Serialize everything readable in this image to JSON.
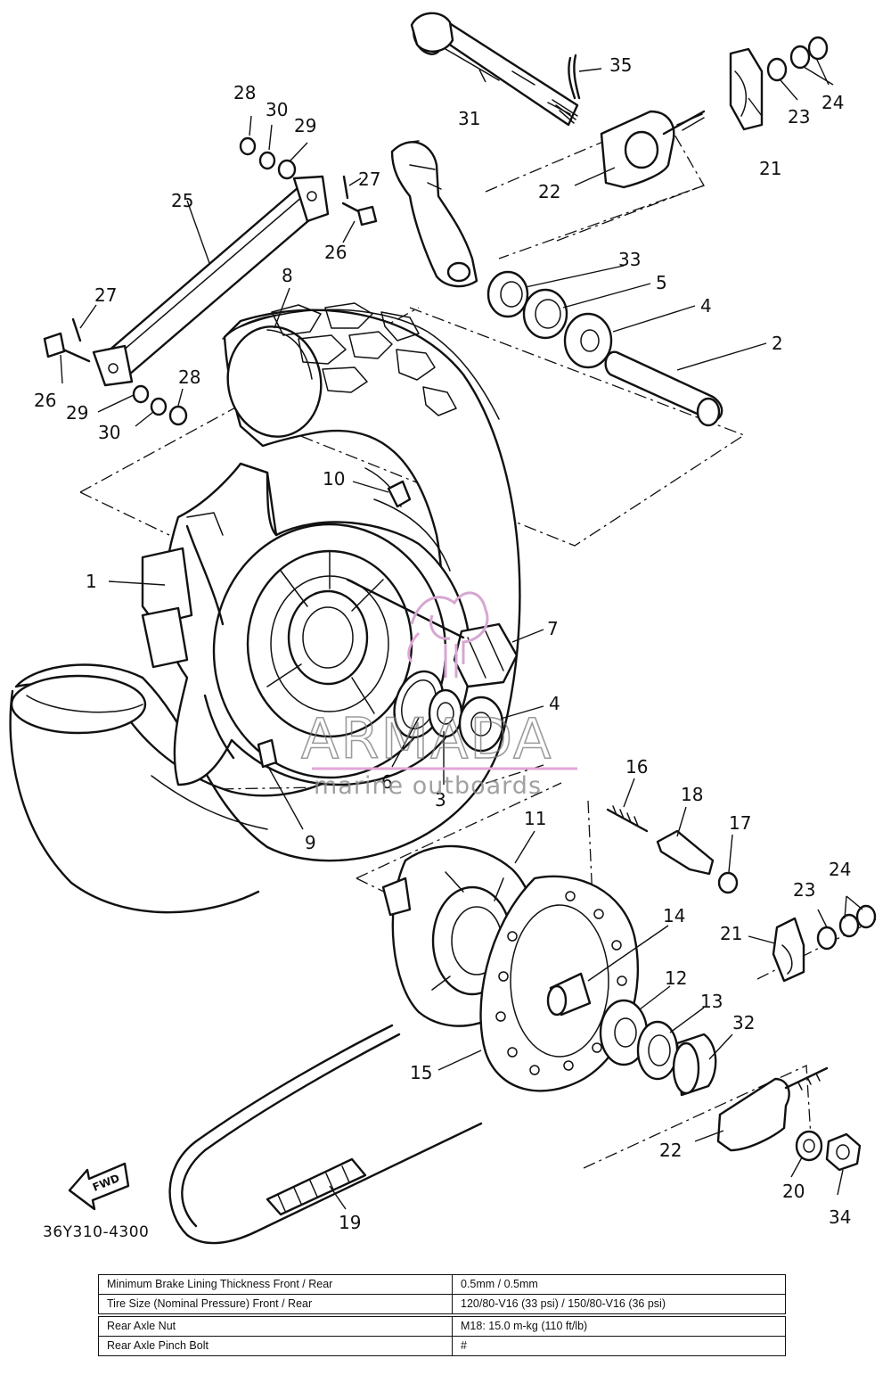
{
  "diagram": {
    "part_code": "36Y310-4300",
    "fwd_label": "FWD",
    "callouts": [
      {
        "id": "c-1",
        "label": "1"
      },
      {
        "id": "c-2",
        "label": "2"
      },
      {
        "id": "c-3",
        "label": "3"
      },
      {
        "id": "c-4a",
        "label": "4"
      },
      {
        "id": "c-4b",
        "label": "4"
      },
      {
        "id": "c-5",
        "label": "5"
      },
      {
        "id": "c-6",
        "label": "6"
      },
      {
        "id": "c-7",
        "label": "7"
      },
      {
        "id": "c-8",
        "label": "8"
      },
      {
        "id": "c-9",
        "label": "9"
      },
      {
        "id": "c-10",
        "label": "10"
      },
      {
        "id": "c-11",
        "label": "11"
      },
      {
        "id": "c-12",
        "label": "12"
      },
      {
        "id": "c-13",
        "label": "13"
      },
      {
        "id": "c-14",
        "label": "14"
      },
      {
        "id": "c-15",
        "label": "15"
      },
      {
        "id": "c-16",
        "label": "16"
      },
      {
        "id": "c-17",
        "label": "17"
      },
      {
        "id": "c-18",
        "label": "18"
      },
      {
        "id": "c-19",
        "label": "19"
      },
      {
        "id": "c-20",
        "label": "20"
      },
      {
        "id": "c-21a",
        "label": "21"
      },
      {
        "id": "c-21b",
        "label": "21"
      },
      {
        "id": "c-22a",
        "label": "22"
      },
      {
        "id": "c-22b",
        "label": "22"
      },
      {
        "id": "c-23a",
        "label": "23"
      },
      {
        "id": "c-23b",
        "label": "23"
      },
      {
        "id": "c-24a",
        "label": "24"
      },
      {
        "id": "c-24b",
        "label": "24"
      },
      {
        "id": "c-25",
        "label": "25"
      },
      {
        "id": "c-26a",
        "label": "26"
      },
      {
        "id": "c-26b",
        "label": "26"
      },
      {
        "id": "c-27a",
        "label": "27"
      },
      {
        "id": "c-27b",
        "label": "27"
      },
      {
        "id": "c-28a",
        "label": "28"
      },
      {
        "id": "c-28b",
        "label": "28"
      },
      {
        "id": "c-29a",
        "label": "29"
      },
      {
        "id": "c-29b",
        "label": "29"
      },
      {
        "id": "c-30a",
        "label": "30"
      },
      {
        "id": "c-30b",
        "label": "30"
      },
      {
        "id": "c-31",
        "label": "31"
      },
      {
        "id": "c-32",
        "label": "32"
      },
      {
        "id": "c-33",
        "label": "33"
      },
      {
        "id": "c-34",
        "label": "34"
      },
      {
        "id": "c-35",
        "label": "35"
      }
    ]
  },
  "watermark": {
    "brand": "ARMADA",
    "tagline": "marine outboards"
  },
  "spec_table": {
    "rows": [
      {
        "label": "Minimum Brake Lining Thickness Front / Rear",
        "value": "0.5mm / 0.5mm"
      },
      {
        "label": "Tire Size (Nominal Pressure) Front / Rear",
        "value": "120/80-V16 (33 psi) / 150/80-V16 (36 psi)"
      },
      {
        "label": "Rear Axle Nut",
        "value": "M18: 15.0 m-kg (110 ft/lb)"
      },
      {
        "label": "Rear Axle Pinch Bolt",
        "value": "#"
      }
    ]
  }
}
